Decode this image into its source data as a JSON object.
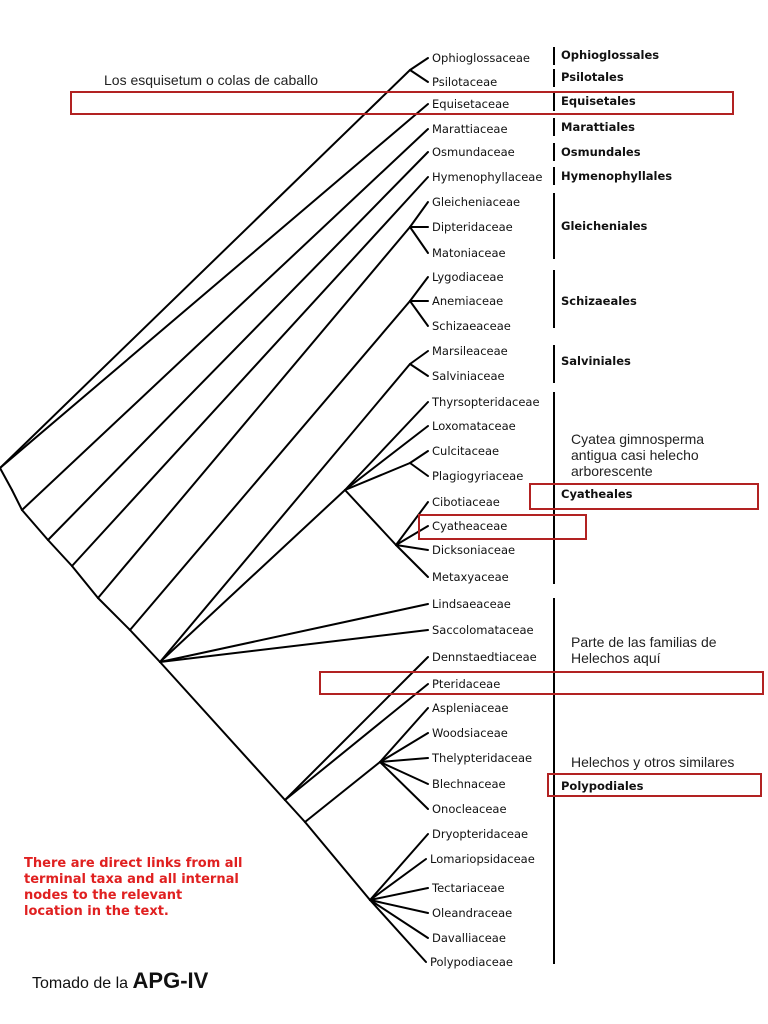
{
  "taxa": [
    "Ophioglossaceae",
    "Psilotaceae",
    "Equisetaceae",
    "Marattiaceae",
    "Osmundaceae",
    "Hymenophyllaceae",
    "Gleicheniaceae",
    "Dipteridaceae",
    "Matoniaceae",
    "Lygodiaceae",
    "Anemiaceae",
    "Schizaeaceae",
    "Marsileaceae",
    "Salviniaceae",
    "Thyrsopteridaceae",
    "Loxomataceae",
    "Culcitaceae",
    "Plagiogyriaceae",
    "Cibotiaceae",
    "Cyatheaceae",
    "Dicksoniaceae",
    "Metaxyaceae",
    "Lindsaeaceae",
    "Saccolomataceae",
    "Dennstaedtiaceae",
    "Pteridaceae",
    "Aspleniaceae",
    "Woodsiaceae",
    "Thelypteridaceae",
    "Blechnaceae",
    "Onocleaceae",
    "Dryopteridaceae",
    "Lomariopsidaceae",
    "Tectariaceae",
    "Oleandraceae",
    "Davalliaceae",
    "Polypodiaceae"
  ],
  "orders": [
    "Ophioglossales",
    "Psilotales",
    "Equisetales",
    "Marattiales",
    "Osmundales",
    "Hymenophyllales",
    "Gleicheniales",
    "Schizaeales",
    "Salviniales",
    "Cyatheales",
    "Polypodiales"
  ],
  "annotations": {
    "equisetum": "Los esquisetum o colas de caballo",
    "cyatea": "Cyatea gimnosperma antigua casi helecho arborescente",
    "pteridaceae": "Parte de las familias de Helechos aquí",
    "polypodiales": "Helechos y otros similares"
  },
  "links_note": "There are direct links from all terminal taxa and all internal nodes to the relevant location in the text.",
  "source": {
    "prefix": "Tomado de la",
    "emphasis": "APG-IV"
  },
  "colors": {
    "branch": "#000000",
    "highlight_box": "#b22222",
    "note_red": "#e02020"
  }
}
